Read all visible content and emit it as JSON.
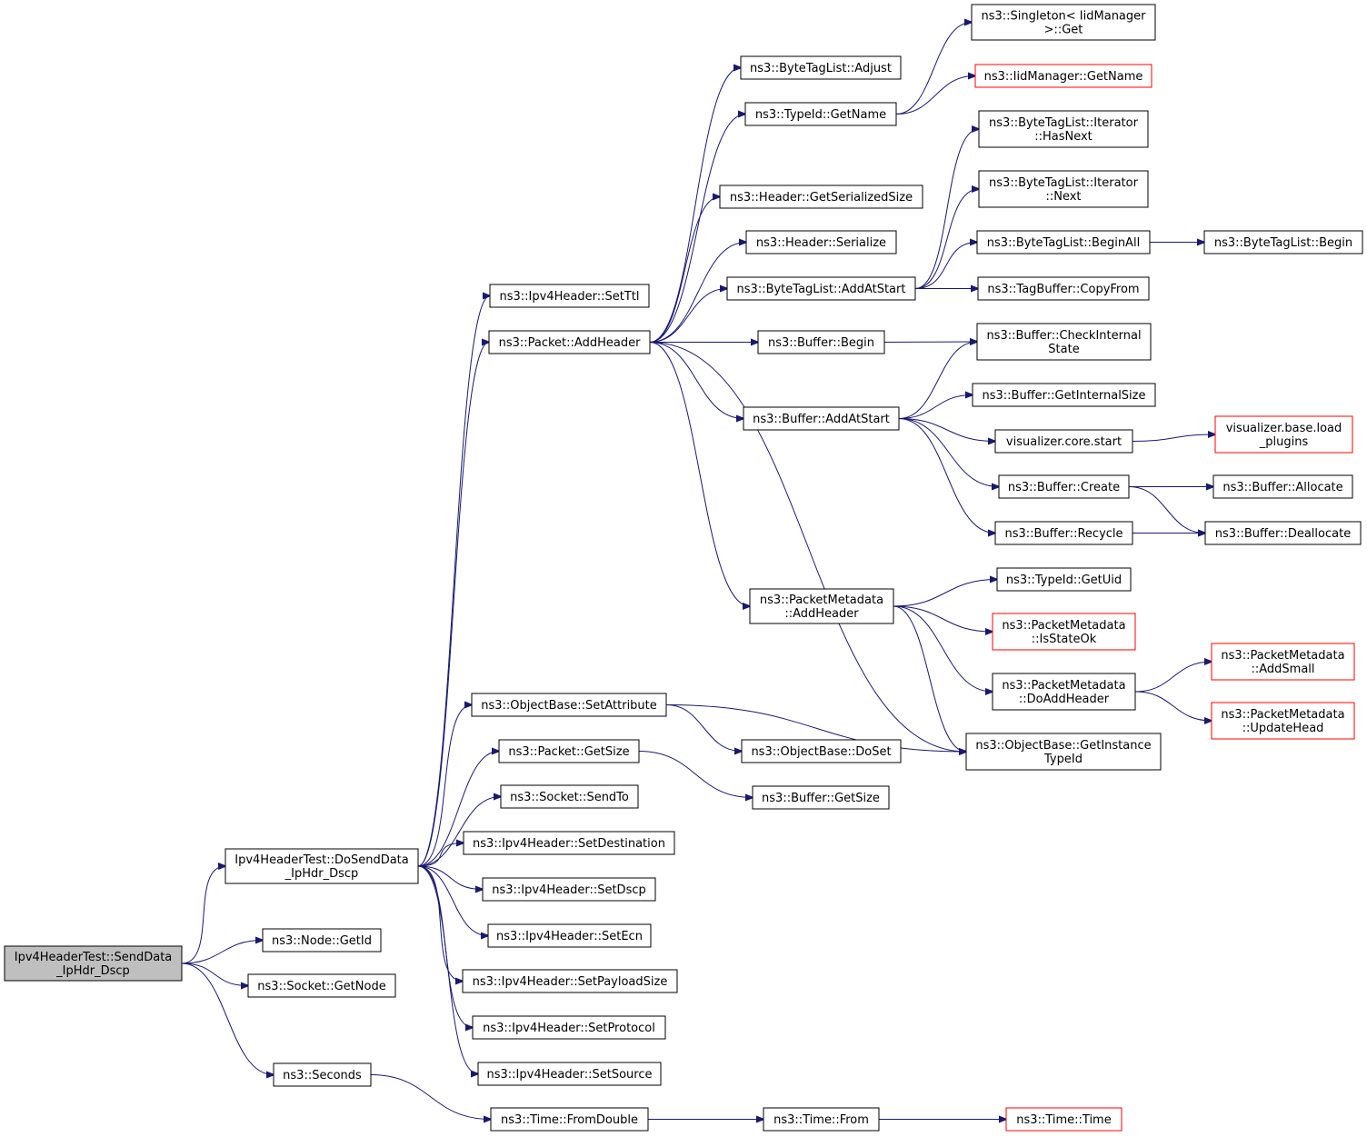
{
  "colors": {
    "edge": "#191970",
    "node_border": "#000000",
    "node_border_incomplete": "#ff0000",
    "root_fill": "#bfbfbf",
    "node_fill": "#ffffff"
  },
  "nodes": {
    "root": {
      "lines": [
        "Ipv4HeaderTest::SendData",
        "_IpHdr_Dscp"
      ],
      "kind": "root"
    },
    "doSendData": {
      "lines": [
        "Ipv4HeaderTest::DoSendData",
        "_IpHdr_Dscp"
      ]
    },
    "nodeGetId": {
      "lines": [
        "ns3::Node::GetId"
      ]
    },
    "socketGetNode": {
      "lines": [
        "ns3::Socket::GetNode"
      ]
    },
    "seconds": {
      "lines": [
        "ns3::Seconds"
      ]
    },
    "setTtl": {
      "lines": [
        "ns3::Ipv4Header::SetTtl"
      ]
    },
    "packetAddHeader": {
      "lines": [
        "ns3::Packet::AddHeader"
      ]
    },
    "setAttribute": {
      "lines": [
        "ns3::ObjectBase::SetAttribute"
      ]
    },
    "packetGetSize": {
      "lines": [
        "ns3::Packet::GetSize"
      ]
    },
    "socketSendTo": {
      "lines": [
        "ns3::Socket::SendTo"
      ]
    },
    "setDestination": {
      "lines": [
        "ns3::Ipv4Header::SetDestination"
      ]
    },
    "setDscp": {
      "lines": [
        "ns3::Ipv4Header::SetDscp"
      ]
    },
    "setEcn": {
      "lines": [
        "ns3::Ipv4Header::SetEcn"
      ]
    },
    "setPayloadSize": {
      "lines": [
        "ns3::Ipv4Header::SetPayloadSize"
      ]
    },
    "setProtocol": {
      "lines": [
        "ns3::Ipv4Header::SetProtocol"
      ]
    },
    "setSource": {
      "lines": [
        "ns3::Ipv4Header::SetSource"
      ]
    },
    "timeFromDouble": {
      "lines": [
        "ns3::Time::FromDouble"
      ]
    },
    "btlAdjust": {
      "lines": [
        "ns3::ByteTagList::Adjust"
      ]
    },
    "typeIdGetName": {
      "lines": [
        "ns3::TypeId::GetName"
      ]
    },
    "headerGetSerializedSize": {
      "lines": [
        "ns3::Header::GetSerializedSize"
      ]
    },
    "headerSerialize": {
      "lines": [
        "ns3::Header::Serialize"
      ]
    },
    "btlAddAtStart": {
      "lines": [
        "ns3::ByteTagList::AddAtStart"
      ]
    },
    "bufferBegin": {
      "lines": [
        "ns3::Buffer::Begin"
      ]
    },
    "bufferAddAtStart": {
      "lines": [
        "ns3::Buffer::AddAtStart"
      ]
    },
    "pmAddHeader": {
      "lines": [
        "ns3::PacketMetadata",
        "::AddHeader"
      ]
    },
    "objDoSet": {
      "lines": [
        "ns3::ObjectBase::DoSet"
      ]
    },
    "bufferGetSize": {
      "lines": [
        "ns3::Buffer::GetSize"
      ]
    },
    "timeFrom": {
      "lines": [
        "ns3::Time::From"
      ]
    },
    "singletonGet": {
      "lines": [
        "ns3::Singleton< IidManager",
        ">::Get"
      ]
    },
    "iidGetName": {
      "lines": [
        "ns3::IidManager::GetName"
      ],
      "kind": "incomplete"
    },
    "iterHasNext": {
      "lines": [
        "ns3::ByteTagList::Iterator",
        "::HasNext"
      ]
    },
    "iterNext": {
      "lines": [
        "ns3::ByteTagList::Iterator",
        "::Next"
      ]
    },
    "btlBeginAll": {
      "lines": [
        "ns3::ByteTagList::BeginAll"
      ]
    },
    "tagBufferCopyFrom": {
      "lines": [
        "ns3::TagBuffer::CopyFrom"
      ]
    },
    "bufferCheckInternalState": {
      "lines": [
        "ns3::Buffer::CheckInternal",
        "State"
      ]
    },
    "bufferGetInternalSize": {
      "lines": [
        "ns3::Buffer::GetInternalSize"
      ]
    },
    "vizCoreStart": {
      "lines": [
        "visualizer.core.start"
      ]
    },
    "bufferCreate": {
      "lines": [
        "ns3::Buffer::Create"
      ]
    },
    "bufferRecycle": {
      "lines": [
        "ns3::Buffer::Recycle"
      ]
    },
    "typeIdGetUid": {
      "lines": [
        "ns3::TypeId::GetUid"
      ]
    },
    "pmIsStateOk": {
      "lines": [
        "ns3::PacketMetadata",
        "::IsStateOk"
      ],
      "kind": "incomplete"
    },
    "pmDoAddHeader": {
      "lines": [
        "ns3::PacketMetadata",
        "::DoAddHeader"
      ]
    },
    "objGetInstanceTypeId": {
      "lines": [
        "ns3::ObjectBase::GetInstance",
        "TypeId"
      ]
    },
    "timeTime": {
      "lines": [
        "ns3::Time::Time"
      ],
      "kind": "incomplete"
    },
    "btlBegin": {
      "lines": [
        "ns3::ByteTagList::Begin"
      ]
    },
    "vizLoadPlugins": {
      "lines": [
        "visualizer.base.load",
        "_plugins"
      ],
      "kind": "incomplete"
    },
    "bufferAllocate": {
      "lines": [
        "ns3::Buffer::Allocate"
      ]
    },
    "bufferDeallocate": {
      "lines": [
        "ns3::Buffer::Deallocate"
      ]
    },
    "pmAddSmall": {
      "lines": [
        "ns3::PacketMetadata",
        "::AddSmall"
      ],
      "kind": "incomplete"
    },
    "pmUpdateHead": {
      "lines": [
        "ns3::PacketMetadata",
        "::UpdateHead"
      ],
      "kind": "incomplete"
    }
  },
  "edges": [
    [
      "root",
      "doSendData"
    ],
    [
      "root",
      "nodeGetId"
    ],
    [
      "root",
      "socketGetNode"
    ],
    [
      "root",
      "seconds"
    ],
    [
      "doSendData",
      "setTtl"
    ],
    [
      "doSendData",
      "packetAddHeader"
    ],
    [
      "doSendData",
      "setAttribute"
    ],
    [
      "doSendData",
      "packetGetSize"
    ],
    [
      "doSendData",
      "socketSendTo"
    ],
    [
      "doSendData",
      "setDestination"
    ],
    [
      "doSendData",
      "setDscp"
    ],
    [
      "doSendData",
      "setEcn"
    ],
    [
      "doSendData",
      "setPayloadSize"
    ],
    [
      "doSendData",
      "setProtocol"
    ],
    [
      "doSendData",
      "setSource"
    ],
    [
      "seconds",
      "timeFromDouble"
    ],
    [
      "timeFromDouble",
      "timeFrom"
    ],
    [
      "timeFrom",
      "timeTime"
    ],
    [
      "packetAddHeader",
      "btlAdjust"
    ],
    [
      "packetAddHeader",
      "typeIdGetName"
    ],
    [
      "packetAddHeader",
      "headerGetSerializedSize"
    ],
    [
      "packetAddHeader",
      "headerSerialize"
    ],
    [
      "packetAddHeader",
      "btlAddAtStart"
    ],
    [
      "packetAddHeader",
      "bufferBegin"
    ],
    [
      "packetAddHeader",
      "bufferAddAtStart"
    ],
    [
      "packetAddHeader",
      "pmAddHeader"
    ],
    [
      "packetAddHeader",
      "objGetInstanceTypeId"
    ],
    [
      "typeIdGetName",
      "singletonGet"
    ],
    [
      "typeIdGetName",
      "iidGetName"
    ],
    [
      "btlAddAtStart",
      "iterHasNext"
    ],
    [
      "btlAddAtStart",
      "iterNext"
    ],
    [
      "btlAddAtStart",
      "btlBeginAll"
    ],
    [
      "btlAddAtStart",
      "tagBufferCopyFrom"
    ],
    [
      "btlBeginAll",
      "btlBegin"
    ],
    [
      "bufferBegin",
      "bufferCheckInternalState"
    ],
    [
      "bufferAddAtStart",
      "bufferCheckInternalState"
    ],
    [
      "bufferAddAtStart",
      "bufferGetInternalSize"
    ],
    [
      "bufferAddAtStart",
      "vizCoreStart"
    ],
    [
      "bufferAddAtStart",
      "bufferCreate"
    ],
    [
      "bufferAddAtStart",
      "bufferRecycle"
    ],
    [
      "vizCoreStart",
      "vizLoadPlugins"
    ],
    [
      "bufferCreate",
      "bufferAllocate"
    ],
    [
      "bufferCreate",
      "bufferDeallocate"
    ],
    [
      "bufferRecycle",
      "bufferDeallocate"
    ],
    [
      "pmAddHeader",
      "typeIdGetUid"
    ],
    [
      "pmAddHeader",
      "pmIsStateOk"
    ],
    [
      "pmAddHeader",
      "pmDoAddHeader"
    ],
    [
      "pmAddHeader",
      "objGetInstanceTypeId"
    ],
    [
      "pmDoAddHeader",
      "pmAddSmall"
    ],
    [
      "pmDoAddHeader",
      "pmUpdateHead"
    ],
    [
      "setAttribute",
      "objDoSet"
    ],
    [
      "setAttribute",
      "objGetInstanceTypeId"
    ],
    [
      "packetGetSize",
      "bufferGetSize"
    ]
  ]
}
